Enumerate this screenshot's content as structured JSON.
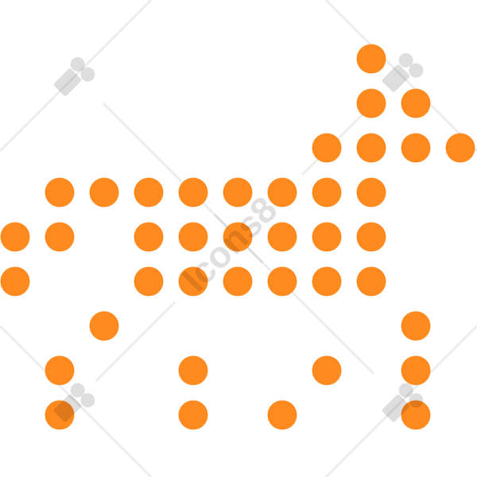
{
  "colors": {
    "dot": "#FF8A1E",
    "background": "#FFFFFF"
  },
  "illustration": {
    "subject": "dotted-dog-icon",
    "dots": [
      {
        "col": 8,
        "row": 1
      },
      {
        "col": 8,
        "row": 2
      },
      {
        "col": 9,
        "row": 2
      },
      {
        "col": 7,
        "row": 3
      },
      {
        "col": 8,
        "row": 3
      },
      {
        "col": 9,
        "row": 3
      },
      {
        "col": 10,
        "row": 3
      },
      {
        "col": 1,
        "row": 4
      },
      {
        "col": 2,
        "row": 4
      },
      {
        "col": 3,
        "row": 4
      },
      {
        "col": 4,
        "row": 4
      },
      {
        "col": 5,
        "row": 4
      },
      {
        "col": 6,
        "row": 4
      },
      {
        "col": 7,
        "row": 4
      },
      {
        "col": 8,
        "row": 4
      },
      {
        "col": 0,
        "row": 5
      },
      {
        "col": 1,
        "row": 5
      },
      {
        "col": 3,
        "row": 5
      },
      {
        "col": 4,
        "row": 5
      },
      {
        "col": 5,
        "row": 5
      },
      {
        "col": 6,
        "row": 5
      },
      {
        "col": 7,
        "row": 5
      },
      {
        "col": 8,
        "row": 5
      },
      {
        "col": 0,
        "row": 6
      },
      {
        "col": 3,
        "row": 6
      },
      {
        "col": 4,
        "row": 6
      },
      {
        "col": 5,
        "row": 6
      },
      {
        "col": 6,
        "row": 6
      },
      {
        "col": 7,
        "row": 6
      },
      {
        "col": 8,
        "row": 6
      },
      {
        "col": 2,
        "row": 7
      },
      {
        "col": 9,
        "row": 7
      },
      {
        "col": 1,
        "row": 8
      },
      {
        "col": 4,
        "row": 8
      },
      {
        "col": 7,
        "row": 8
      },
      {
        "col": 9,
        "row": 8
      },
      {
        "col": 1,
        "row": 9
      },
      {
        "col": 4,
        "row": 9
      },
      {
        "col": 6,
        "row": 9
      },
      {
        "col": 9,
        "row": 9
      }
    ]
  },
  "watermark": {
    "text": "Icons8"
  }
}
